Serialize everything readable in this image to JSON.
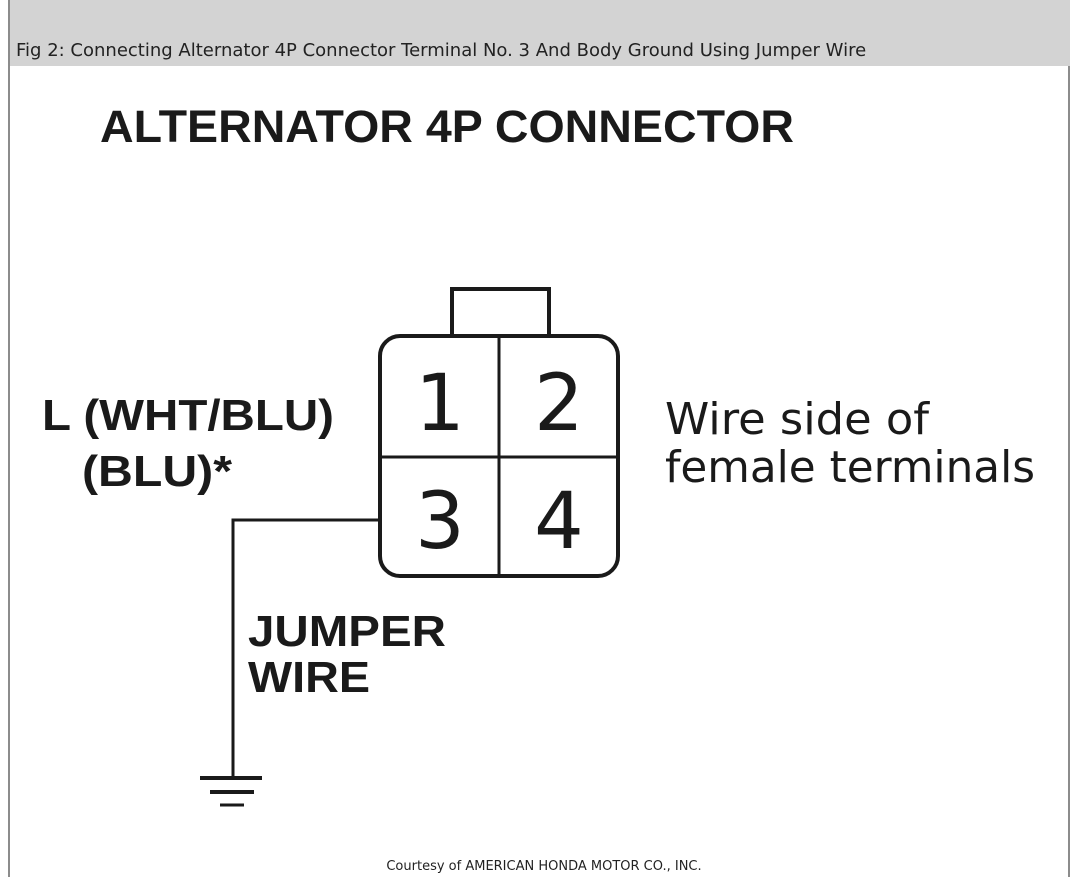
{
  "caption": "Fig 2: Connecting Alternator 4P Connector Terminal No. 3 And Body Ground Using Jumper Wire",
  "diagram": {
    "title": "ALTERNATOR 4P CONNECTOR",
    "terminals": [
      "1",
      "2",
      "3",
      "4"
    ],
    "wire_label_line1": "L (WHT/BLU)",
    "wire_label_line2": "(BLU)*",
    "side_label_line1": "Wire side of",
    "side_label_line2": "female terminals",
    "jumper_label_line1": "JUMPER",
    "jumper_label_line2": "WIRE"
  },
  "courtesy": "Courtesy of AMERICAN HONDA MOTOR CO., INC."
}
